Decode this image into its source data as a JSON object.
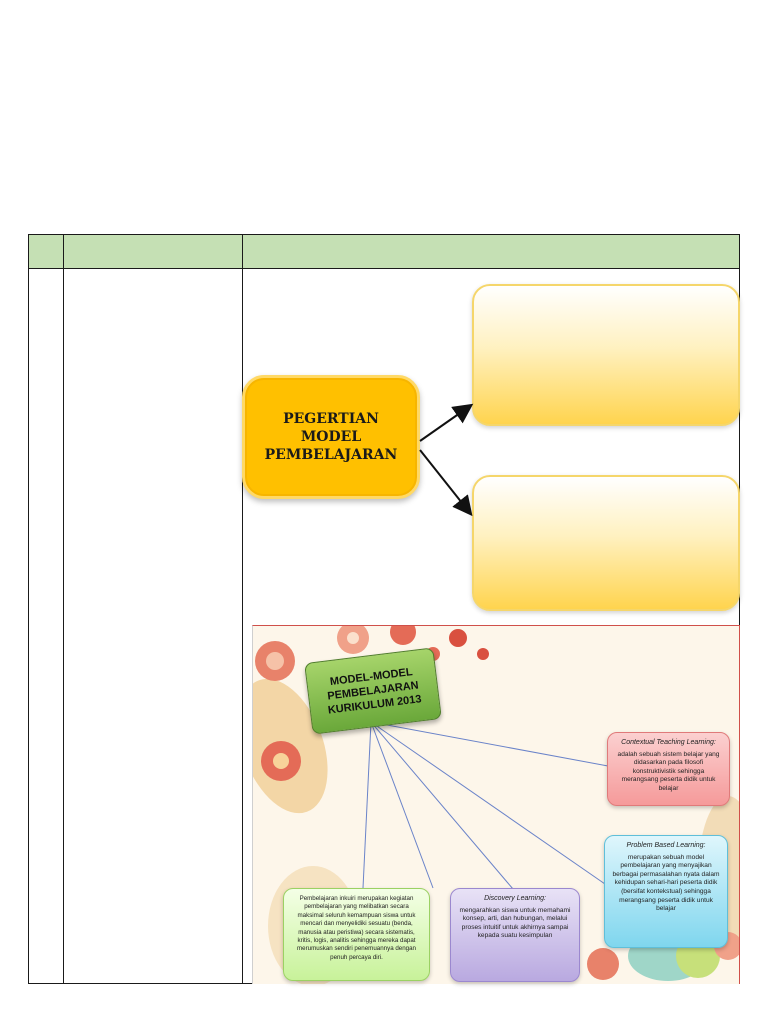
{
  "concept_map": {
    "main_title": "PEGERTIAN MODEL PEMBELAJARAN"
  },
  "picture": {
    "title": "MODEL-MODEL PEMBELAJARAN KURIKULUM 2013",
    "ctl": {
      "heading": "Contextual Teaching Learning:",
      "body": "adalah sebuah sistem belajar yang didasarkan pada filosofi konstruktivistik sehingga merangsang peserta didik untuk belajar"
    },
    "pbl": {
      "heading": "Problem Based Learning:",
      "body": "merupakan sebuah model pembelajaran yang menyajikan berbagai permasalahan nyata dalam kehidupan sehari-hari peserta didik (bersifat kontekstual) sehingga merangsang peserta didik untuk belajar"
    },
    "discovery": {
      "heading": "Discovery Learning:",
      "body": "mengarahkan siswa untuk memahami konsep, arti, dan hubungan, melalui proses intuitif untuk akhirnya sampai kepada suatu kesimpulan"
    },
    "inquiry": {
      "body": "Pembelajaran inkuiri merupakan kegiatan pembelajaran yang melibatkan secara maksimal seluruh kemampuan siswa untuk mencari dan menyelidiki sesuatu (benda, manusia atau peristiwa) secara sistematis, kritis, logis, analitis sehingga mereka dapat merumuskan sendiri penemuannya dengan penuh percaya diri."
    }
  },
  "colors": {
    "table_header": "#c5e0b4",
    "main_box": "#ffc000",
    "definition_box": "#ffd44e"
  }
}
